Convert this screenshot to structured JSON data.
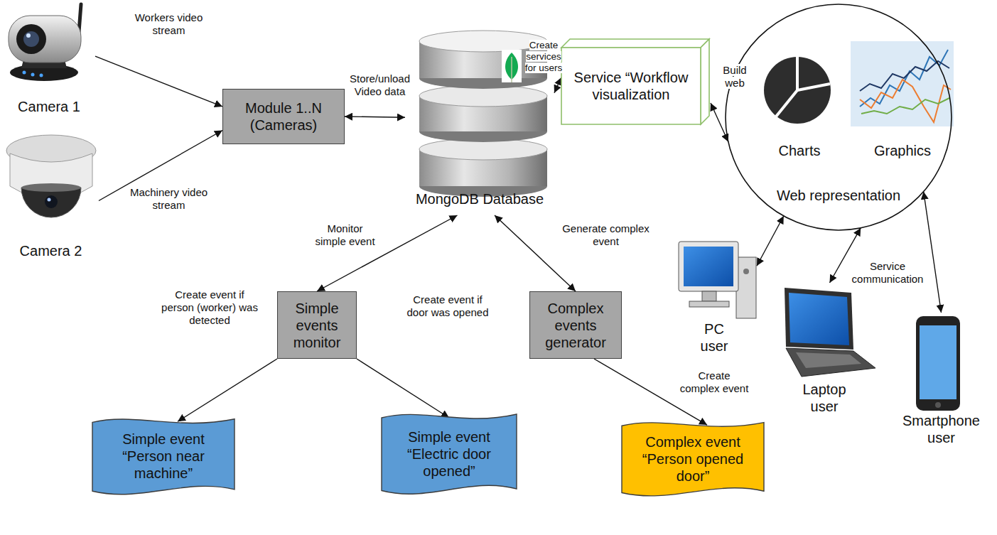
{
  "diagram": {
    "nodes": [
      {
        "text": [
          "Camera 1"
        ]
      },
      {
        "text": [
          "Camera 2"
        ]
      },
      {
        "text": [
          "Module 1..N (Cameras)"
        ]
      },
      {
        "text": [
          "MongoDB Database"
        ]
      },
      {
        "text": [
          "Service “Workflow visualization"
        ]
      },
      {
        "text": [
          "Web representation"
        ]
      },
      {
        "text": [
          "Charts"
        ],
        "in": 5
      },
      {
        "text": [
          "Graphics"
        ],
        "in": 5
      },
      {
        "text": [
          "PC user"
        ]
      },
      {
        "text": [
          "Laptop user"
        ]
      },
      {
        "text": [
          "Smartphone user"
        ]
      },
      {
        "text": [
          "Simple events monitor"
        ]
      },
      {
        "text": [
          "Complex events generator"
        ]
      },
      {
        "text": [
          "Simple event “Person near machine”"
        ]
      },
      {
        "text": [
          "Simple event “Electric door opened”"
        ]
      },
      {
        "text": [
          "Complex event “Person opened door”"
        ]
      }
    ],
    "edges": [
      {
        "from": 0,
        "to": 2,
        "label": "Workers video stream",
        "arrow": "to"
      },
      {
        "from": 1,
        "to": 2,
        "label": "Machinery video stream",
        "arrow": "to"
      },
      {
        "from": 2,
        "to": 3,
        "label": "Store/unload Video data",
        "arrow": "both"
      },
      {
        "from": 3,
        "to": 4,
        "label": "Create services for users",
        "arrow": "both"
      },
      {
        "from": 4,
        "to": 5,
        "label": "Build web",
        "arrow": "both"
      },
      {
        "from": 8,
        "to": 5,
        "arrow": "both"
      },
      {
        "from": 9,
        "to": 5,
        "label": "Service communication",
        "arrow": "both"
      },
      {
        "from": 10,
        "to": 5,
        "arrow": "both"
      },
      {
        "from": 11,
        "to": 3,
        "label": "Monitor simple event",
        "arrow": "both"
      },
      {
        "from": 12,
        "to": 3,
        "label": "Generate complex event",
        "arrow": "both"
      },
      {
        "from": 11,
        "to": 13,
        "label": "Create event if person (worker) was detected",
        "arrow": "to"
      },
      {
        "from": 11,
        "to": 14,
        "label": "Create event if door was opened",
        "arrow": "to"
      },
      {
        "from": 12,
        "to": 15,
        "label": "Create complex event",
        "arrow": "to"
      }
    ]
  }
}
